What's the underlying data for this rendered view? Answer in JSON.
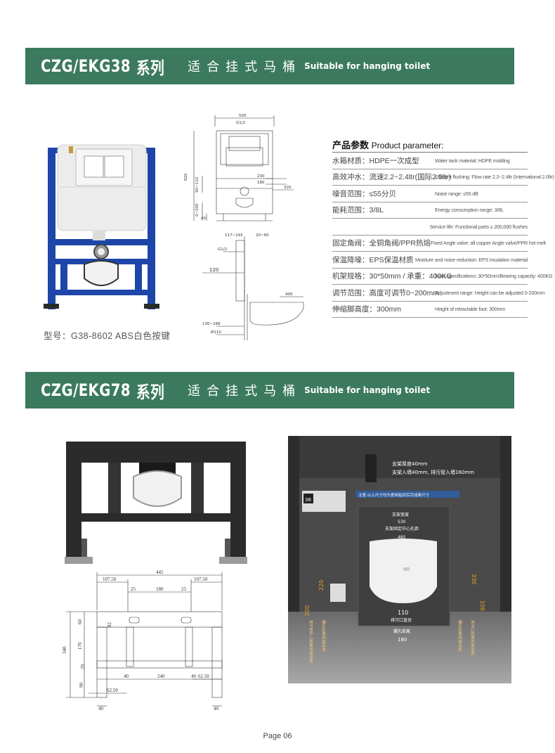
{
  "section1": {
    "model": "CZG/EKG38",
    "series": "系列",
    "cn_subtitle": "适合挂式马桶",
    "en_subtitle": "Suitable for hanging toilet",
    "caption": "型号：G38-8602 ABS白色按键",
    "drawing": {
      "width": "500",
      "g12": "G1/2",
      "d820": "820",
      "d90_110": "90~110",
      "d230": "230",
      "d180": "180",
      "d320": "320",
      "d0_200": "0~200",
      "d40": "40",
      "d117_192": "117~192",
      "d20_60": "20~60",
      "g12b": "G1/2",
      "d120": "120",
      "d400": "400",
      "d130_166": "130~166",
      "d110": "Ø110"
    }
  },
  "params": {
    "title_cn": "产品参数",
    "title_en": "Product parameter:",
    "rows": [
      {
        "cn": "水箱材质：HDPE一次成型",
        "en": "Water tank material: HDPE molding"
      },
      {
        "cn": "高效冲水：流速2.2~2.4ltr(国际2.0ltr)",
        "en": "Efficient flushing: Flow rate 2.2~2.4ltr (International 2.0ltr)"
      },
      {
        "cn": "噪音范围：≤55分贝",
        "en": "Noise range: ≤55 dB"
      },
      {
        "cn": "能耗范围：3/8L",
        "en": "Energy consumption range: 3/8L"
      },
      {
        "cn": "",
        "en": "Service life: Functional parts ≥ 200,000 flushes"
      },
      {
        "cn": "固定角阀：全铜角阀/PPR热熔",
        "en": "Fixed Angle valve: all copper Angle valve/PPR hot melt"
      },
      {
        "cn": "保温降噪：EPS保温材质",
        "en": "Moisture and noise reduction: EPS insulation material"
      },
      {
        "cn": "机架规格：30*50mm / 承重：400KG",
        "en": "Rack specifications: 30*50mm/Bearing capacity: 400KG"
      },
      {
        "cn": "调节范围：高度可调节0~200mm",
        "en": "Adjustment range: Height can be adjusted 0-200mm"
      },
      {
        "cn": "伸缩脚高度：300mm",
        "en": "Height of retractable foot: 300mm"
      }
    ]
  },
  "section2": {
    "model": "CZG/EKG78",
    "series": "系列",
    "cn_subtitle": "适合挂式马桶",
    "en_subtitle": "Suitable for hanging toilet",
    "drawing": {
      "d445": "445",
      "d107a": "107.50",
      "d107b": "107.50",
      "d180": "180",
      "d25a": "25",
      "d25b": "25",
      "d60": "60",
      "d82": "82",
      "d340": "340",
      "d170": "170",
      "d29": "29",
      "d90": "90",
      "d40a": "40",
      "d240": "240",
      "d40b": "40",
      "d6250a": "62.50",
      "d6250b": "62.50",
      "d40c": "40",
      "d40d": "40"
    },
    "photo": {
      "bracket_thickness": "支架厚度40mm",
      "bracket_depth": "支架入墙40mm, 排污管入墙160mm",
      "notice": "注意:以上尺寸均为瓷砖贴好后完成面尺寸",
      "display": "36",
      "bracket_width_label": "支架宽度",
      "bracket_width": "530",
      "center_hole_label": "支架固定中心孔距",
      "center_hole": "485",
      "d90": "90",
      "d220": "220",
      "d330": "330",
      "d200": "200",
      "d100": "100",
      "d110": "110",
      "drain_dia": "排污口直径",
      "hole_dist_label": "螺孔距离",
      "hole_dist": "180",
      "left_v1": "排污管中心距离地面高度",
      "left_v2": "螺杆距离地面高度",
      "right_v1": "螺杆距离地面高度",
      "right_v2": "进水口距离地面高度"
    }
  },
  "footer": "Page 06"
}
